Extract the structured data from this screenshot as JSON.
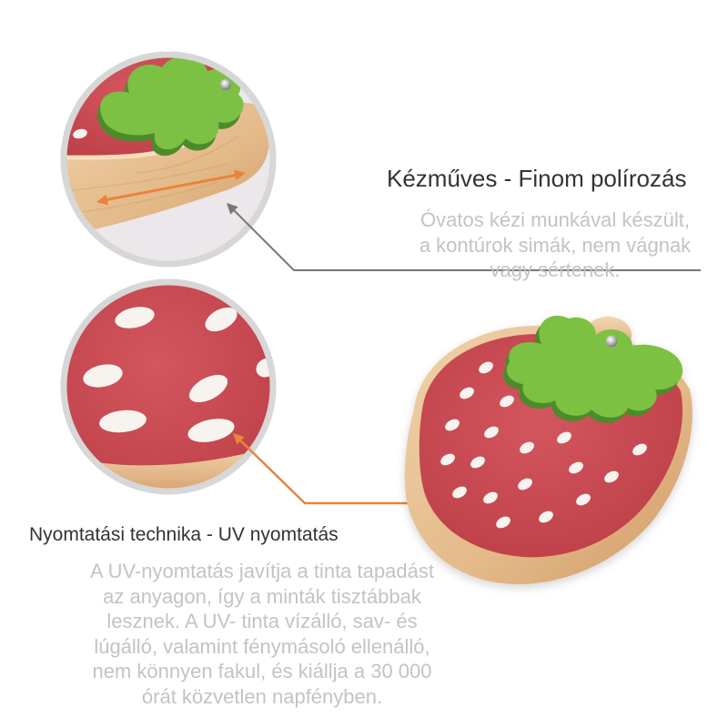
{
  "features": [
    {
      "title": "Kézműves - Finom polírozás",
      "description_lines": [
        "Óvatos kézi munkával készült,",
        "a kontúrok simák, nem vágnak",
        "vagy sértenek."
      ]
    },
    {
      "title": "Nyomtatási technika - UV nyomtatás",
      "description_lines": [
        "A UV-nyomtatás javítja a tinta tapadást",
        "az anyagon, így a minták tisztábbak",
        "lesznek. A UV- tinta vízálló, sav- és",
        "lúgálló, valamint fénymásoló ellenálló,",
        "nem könnyen fakul, és kiállja a 30 000",
        "órát közvetlen napfényben."
      ]
    }
  ],
  "colors": {
    "accent": "#e8843a",
    "connector": "#777777",
    "ring": "#d7d7d7",
    "title_text": "#333333",
    "description_text": "#c3c3c3",
    "felt_green": "#7cc143",
    "felt_shadow": "#4d8b2a",
    "seed_white": "#f7f3ef"
  }
}
